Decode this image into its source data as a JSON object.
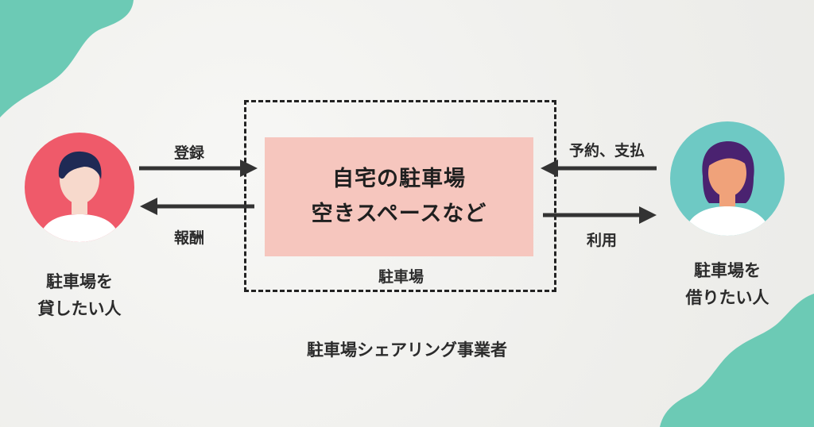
{
  "center": {
    "line1": "自宅の駐車場",
    "line2": "空きスペースなど",
    "box_label": "駐車場"
  },
  "left_person": {
    "line1": "駐車場を",
    "line2": "貸したい人"
  },
  "right_person": {
    "line1": "駐車場を",
    "line2": "借りたい人"
  },
  "flows": {
    "register": "登録",
    "reward": "報酬",
    "reserve_pay": "予約、支払",
    "use": "利用"
  },
  "footer": {
    "title": "駐車場シェアリング事業者"
  },
  "colors": {
    "teal_blob": "#6ccab5",
    "center_box": "#f6c6be",
    "left_avatar_bg": "#ef5a6a",
    "right_avatar_bg": "#6ec9c4",
    "skin": "#f7d9cc",
    "hair_left": "#1f2a55",
    "hair_right": "#4a2270"
  }
}
